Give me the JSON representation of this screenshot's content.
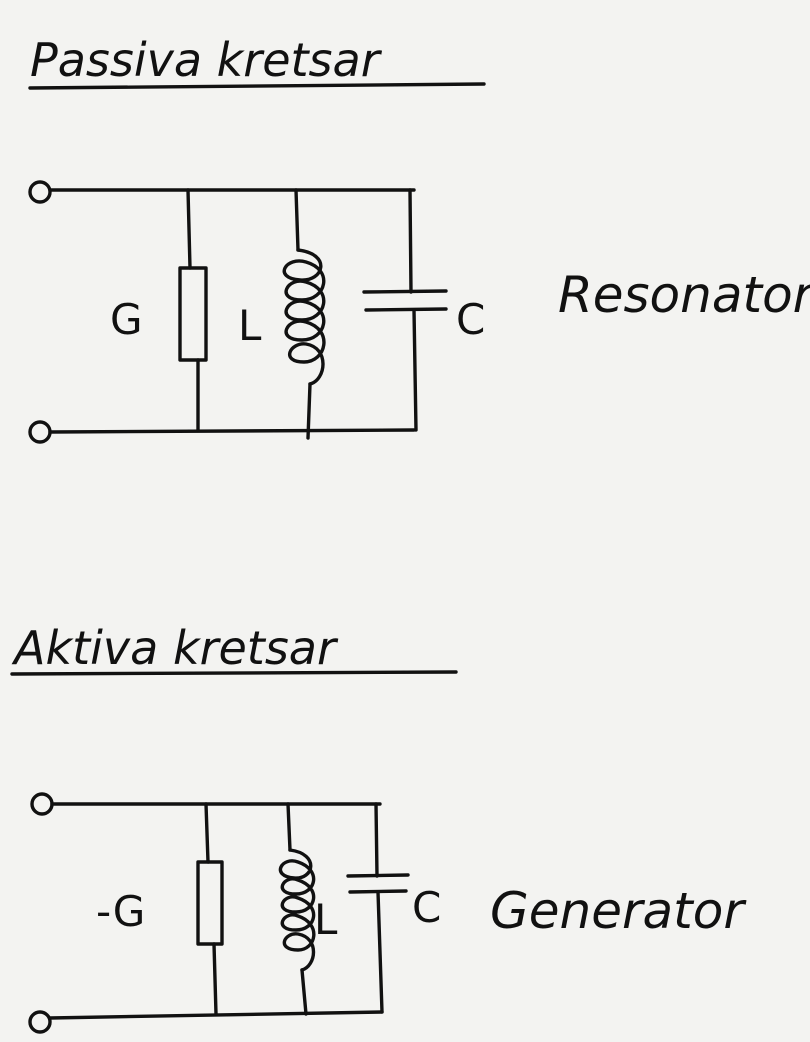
{
  "passive": {
    "title": "Passiva kretsar",
    "labels": {
      "conductance": "G",
      "inductance": "L",
      "capacitance": "C"
    },
    "description": "Resonator"
  },
  "active": {
    "title": "Aktiva kretsar",
    "labels": {
      "conductance": "-G",
      "inductance": "L",
      "capacitance": "C"
    },
    "description": "Generator"
  },
  "colors": {
    "ink": "#111111",
    "paper": "#f3f3f1"
  }
}
